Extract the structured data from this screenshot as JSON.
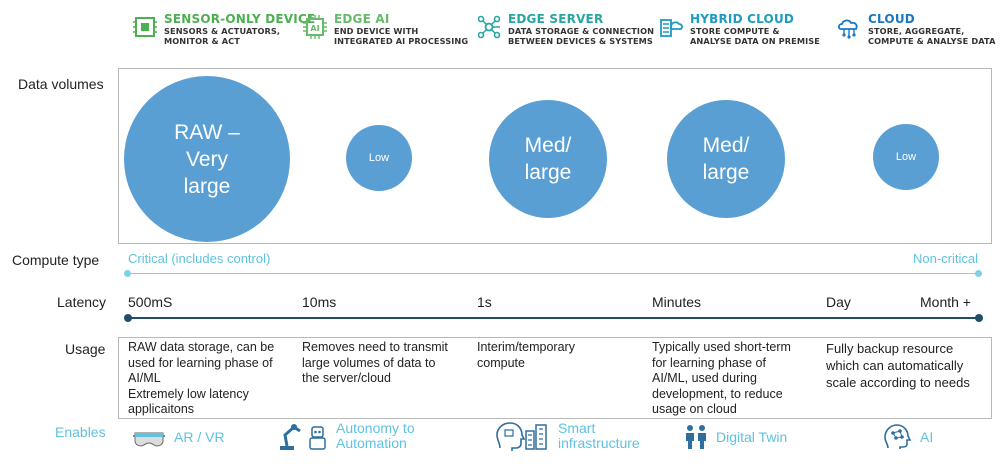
{
  "tiers": [
    {
      "name": "SENSOR-ONLY DEVICE",
      "desc": "SENSORS & ACTUATORS,\nMONITOR & ACT",
      "icon": "sensor-chip-icon",
      "color": "#4caf50"
    },
    {
      "name": "EDGE AI",
      "desc": "END DEVICE WITH\nINTEGRATED AI PROCESSING",
      "icon": "ai-chip-icon",
      "color": "#66bb6a"
    },
    {
      "name": "EDGE SERVER",
      "desc": "DATA STORAGE & CONNECTION\nBETWEEN DEVICES & SYSTEMS",
      "icon": "network-nodes-icon",
      "color": "#26a6a0"
    },
    {
      "name": "HYBRID CLOUD",
      "desc": "STORE COMPUTE &\nANALYSE DATA ON PREMISE",
      "icon": "hybrid-cloud-icon",
      "color": "#1e9bc0"
    },
    {
      "name": "CLOUD",
      "desc": "STORE, AGGREGATE,\nCOMPUTE & ANALYSE DATA",
      "icon": "cloud-icon",
      "color": "#1a78c2"
    }
  ],
  "row_labels": {
    "volumes": "Data volumes",
    "compute": "Compute type",
    "latency": "Latency",
    "usage": "Usage",
    "enables": "Enables"
  },
  "volumes": [
    "RAW –\nVery\nlarge",
    "Low",
    "Med/\nlarge",
    "Med/\nlarge",
    "Low"
  ],
  "compute": {
    "left": "Critical (includes control)",
    "right": "Non-critical"
  },
  "latency": [
    "500mS",
    "10ms",
    "1s",
    "Minutes",
    "Day",
    "Month +"
  ],
  "usage": [
    "RAW data storage, can be\nused for learning phase of\nAI/ML\nExtremely low latency\napplicaitons",
    "Removes need to transmit\nlarge volumes of data to\nthe server/cloud",
    "Interim/temporary\ncompute",
    "Typically used short-term\nfor learning phase of\nAI/ML, used during\ndevelopment, to reduce\nusage on cloud",
    "Fully backup resource\nwhich can automatically\nscale according to needs"
  ],
  "enables": [
    {
      "label": "AR / VR",
      "icon": "vr-headset-icon"
    },
    {
      "label": "Autonomy to\nAutomation",
      "icon": "robot-arm-icon"
    },
    {
      "label": "Smart\ninfrastructure",
      "icon": "smart-city-icon"
    },
    {
      "label": "Digital Twin",
      "icon": "twin-people-icon"
    },
    {
      "label": "AI",
      "icon": "ai-brain-icon"
    }
  ],
  "colors": {
    "bubble": "#5a9fd4",
    "compute_line": "#7fd0ea",
    "latency_line": "#1f4e6b",
    "enables_text": "#5fc2e0"
  }
}
